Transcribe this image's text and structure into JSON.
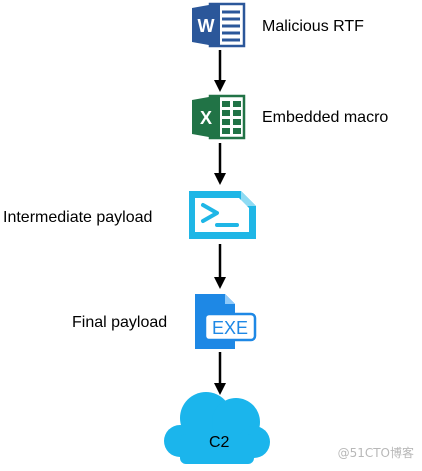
{
  "nodes": [
    {
      "label": "Malicious RTF",
      "icon": "word-document-icon",
      "icon_letter": "W"
    },
    {
      "label": "Embedded macro",
      "icon": "excel-document-icon",
      "icon_letter": "X"
    },
    {
      "label": "Intermediate payload",
      "icon": "powershell-terminal-icon",
      "icon_glyph": ">_"
    },
    {
      "label": "Final payload",
      "icon": "exe-file-icon",
      "icon_text": "EXE"
    },
    {
      "label": "C2",
      "icon": "cloud-icon"
    }
  ],
  "watermark": "@51CTO博客",
  "colors": {
    "word": "#2B579A",
    "excel": "#217346",
    "powershell": "#1FB6E6",
    "exe": "#1E88E5",
    "cloud": "#1BB5EC",
    "arrow": "#000000"
  }
}
